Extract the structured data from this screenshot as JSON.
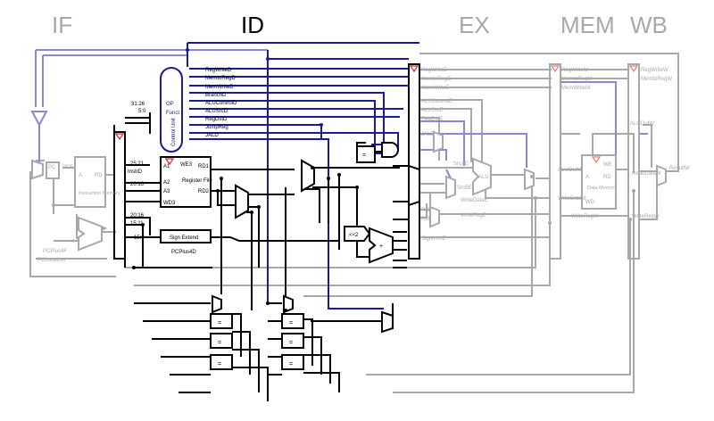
{
  "stages": {
    "if": "IF",
    "id": "ID",
    "ex": "EX",
    "mem": "MEM",
    "wb": "WB"
  },
  "control_unit": {
    "title": "Control Unit",
    "op": "OP",
    "funct": "Funct",
    "op_bits": "31:26",
    "funct_bits": "5:0"
  },
  "control_signals_d": [
    "RegWriteD",
    "MemtoRegD",
    "MemWriteD",
    "BranchD",
    "ALUControlD",
    "ALUSrcD",
    "RegDstD",
    "JumpReg",
    "JALD"
  ],
  "ex_signals": [
    "RegWriteE",
    "MemtoRegE",
    "MemWriteE",
    "ALUControlE",
    "ALUSrcE",
    "RegDstE",
    "JALE"
  ],
  "mem_signals": [
    "RegWriteM",
    "MemtoRegM",
    "MemWriteM"
  ],
  "wb_signals": [
    "RegWriteW",
    "MemtoRegW"
  ],
  "register_file": {
    "title": "Register File",
    "a1": "A1",
    "a2": "A2",
    "a3": "A3",
    "wd3": "WD3",
    "we3": "WE3",
    "rd1": "RD1",
    "rd2": "RD2"
  },
  "instr_bits": {
    "rs": "25:21",
    "rt": "20:16",
    "rt2": "20:16",
    "rd": "15:11",
    "imm": "15:0",
    "instr": "InstrD"
  },
  "sign_extend": "Sign Extend",
  "shift": "<<2",
  "plus": "+",
  "eq": "=",
  "pcplus4d": "PCPlus4D",
  "imem": {
    "title": "Instruction Memory",
    "a": "A",
    "rd": "RD"
  },
  "dmem": {
    "title": "Data Memory",
    "a": "A",
    "rd": "RD",
    "we": "WE",
    "wd": "WD"
  },
  "if_labels": {
    "pc": "PC",
    "pcf": "PCF",
    "pcplus4f": "PCPlus4F",
    "pclocation": "PCLocation",
    "four": "4"
  },
  "ex_labels": {
    "srcae": "SrcAE",
    "srcbe": "SrcBE",
    "alu": "ALU",
    "writedatae": "WriteDataE",
    "writerege": "WriteRegE",
    "rte": "RtE",
    "rde": "RdE",
    "signimme": "SignImmE"
  },
  "mem_labels": {
    "aluoutm": "ALUOutM",
    "writedatam": "WriteDataM",
    "writeregm": "WriteRegM"
  },
  "wb_labels": {
    "aluoutw": "ALUOutW",
    "readdataw": "ReadDataW",
    "resultw": "ResultW",
    "writeregw": "WriteRegW"
  },
  "colors": {
    "black": "#000000",
    "grey": "#a8a8a8",
    "blue": "#1a1a9a",
    "light_blue": "#8a86d8"
  }
}
